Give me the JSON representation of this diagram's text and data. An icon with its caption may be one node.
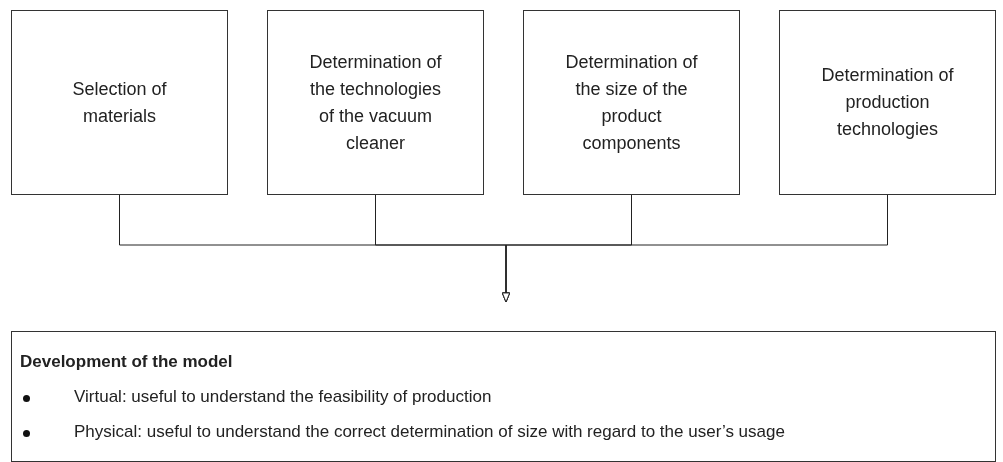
{
  "diagram": {
    "nodes": [
      {
        "text": [
          "Selection of materials"
        ]
      },
      {
        "text": [
          "Determination of the technologies of the vacuum cleaner"
        ]
      },
      {
        "text": [
          "Determination of the size of the product components"
        ]
      },
      {
        "text": [
          "Determination of production technologies"
        ]
      },
      {
        "text": [
          "Development of the model",
          "Virtual: useful to understand the feasibility of production",
          "Physical: useful to understand the correct determination of size with regard to the user’s usage"
        ]
      }
    ],
    "edges": [
      {
        "from": 0,
        "to": 4,
        "arrow": "to"
      },
      {
        "from": 1,
        "to": 4,
        "arrow": "to"
      },
      {
        "from": 2,
        "to": 4,
        "arrow": "to"
      },
      {
        "from": 3,
        "to": 4,
        "arrow": "to"
      }
    ]
  }
}
